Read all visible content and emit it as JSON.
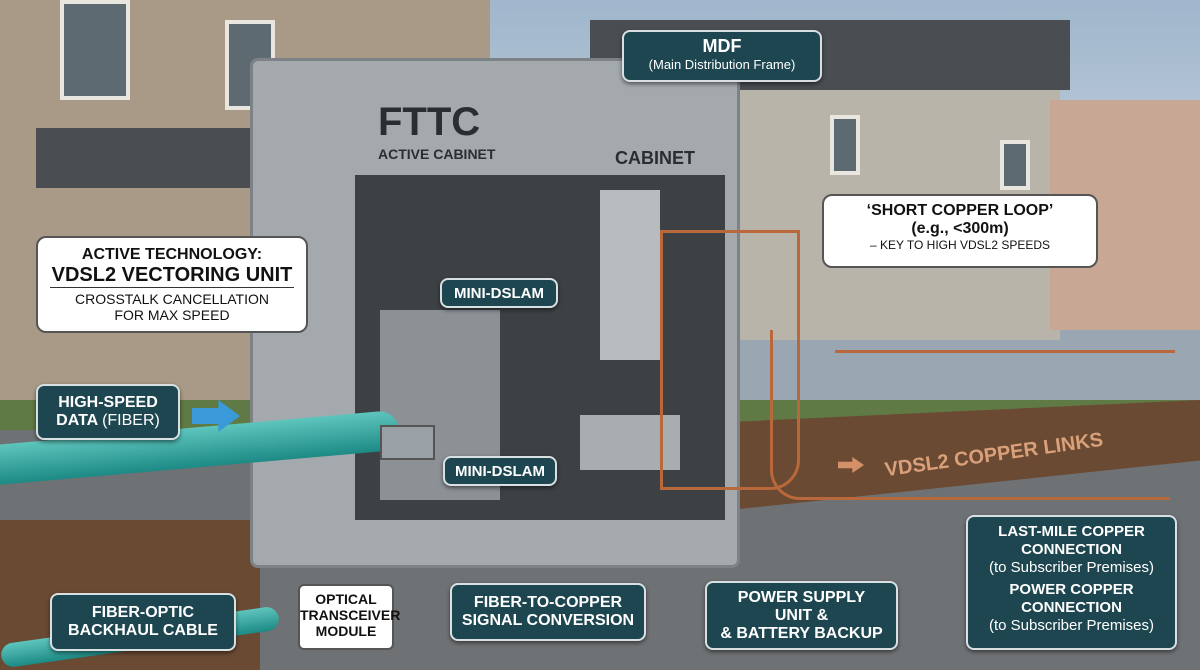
{
  "cabinet": {
    "title": "FTTC",
    "subtitle": "ACTIVE CABINET",
    "right_label": "CABINET"
  },
  "mdf": {
    "title": "MDF",
    "subtitle": "(Main Distribution Frame)"
  },
  "short_loop": {
    "title": "‘SHORT COPPER LOOP’",
    "detail": "(e.g., <300m)",
    "note": "– KEY TO HIGH VDSL2 SPEEDS"
  },
  "active_tech": {
    "line1": "ACTIVE TECHNOLOGY:",
    "line2": "VDSL2 VECTORING UNIT",
    "line3": "CROSSTALK CANCELLATION",
    "line4": "FOR MAX SPEED"
  },
  "high_speed": {
    "line1": "HIGH-SPEED",
    "line2_bold": "DATA",
    "line2_rest": "(FIBER)"
  },
  "mini_dslam": [
    "MINI-DSLAM",
    "MINI-DSLAM"
  ],
  "copper_links": "VDSL2 COPPER LINKS",
  "bottom_labels": {
    "fiber_cable": [
      "FIBER-OPTIC",
      "BACKHAUL CABLE"
    ],
    "transceiver": [
      "OPTICAL",
      "TRANSCEIVER",
      "MODULE"
    ],
    "conversion": [
      "FIBER-TO-COPPER",
      "SIGNAL CONVERSION"
    ],
    "power": [
      "POWER SUPPLY",
      "UNIT &",
      "& BATTERY BACKUP"
    ],
    "last_mile": {
      "l1": "LAST-MILE COPPER",
      "l2": "CONNECTION",
      "l3": "(to Subscriber Premises)",
      "l4": "POWER COPPER",
      "l5": "CONNECTION",
      "l6": "(to Subscriber Premises)"
    }
  },
  "colors": {
    "label_bg": "#1e4650",
    "fiber": "#2fa79f",
    "copper": "#b8683a",
    "arrow": "#3a9ad9"
  }
}
